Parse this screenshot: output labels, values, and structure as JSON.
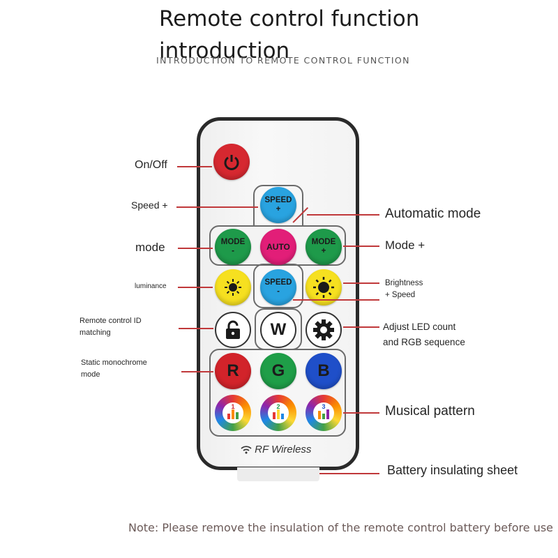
{
  "header": {
    "title_line1": "Remote control function",
    "title_line2": "introduction",
    "subtitle": "INTRODUCTION TO REMOTE CONTROL FUNCTION"
  },
  "remote": {
    "buttons": {
      "speed_plus": "SPEED\n+",
      "mode_minus": "MODE\n-",
      "auto": "AUTO",
      "mode_plus": "MODE\n+",
      "speed_minus": "SPEED\n-",
      "white": "W",
      "red": "R",
      "green": "G",
      "blue": "B",
      "music_1": "1",
      "music_2": "2",
      "music_3": "3"
    },
    "brand": "RF Wireless"
  },
  "labels": {
    "on_off": "On/Off",
    "speed_plus": "Speed +",
    "mode": "mode",
    "luminance": "luminance",
    "remote_id_line1": "Remote control ID",
    "remote_id_line2": "matching",
    "static_line1": "Static monochrome",
    "static_line2": "mode",
    "automatic_mode": "Automatic mode",
    "mode_plus": "Mode +",
    "brightness_line1": "Brightness",
    "brightness_line2": "+ Speed",
    "adjust_line1": "Adjust LED count",
    "adjust_line2": "and RGB sequence",
    "musical_pattern": "Musical pattern",
    "battery_sheet": "Battery insulating sheet"
  },
  "note": "Note: Please remove the insulation of the remote control battery before use",
  "colors": {
    "power": "#d62830",
    "speed": "#29a3e0",
    "mode": "#1e9a4a",
    "auto": "#e21e78",
    "brightness": "#f6e020",
    "red": "#d2232a",
    "green": "#1f9e48",
    "blue": "#1f4fc9",
    "callout_line": "#c0383a"
  }
}
